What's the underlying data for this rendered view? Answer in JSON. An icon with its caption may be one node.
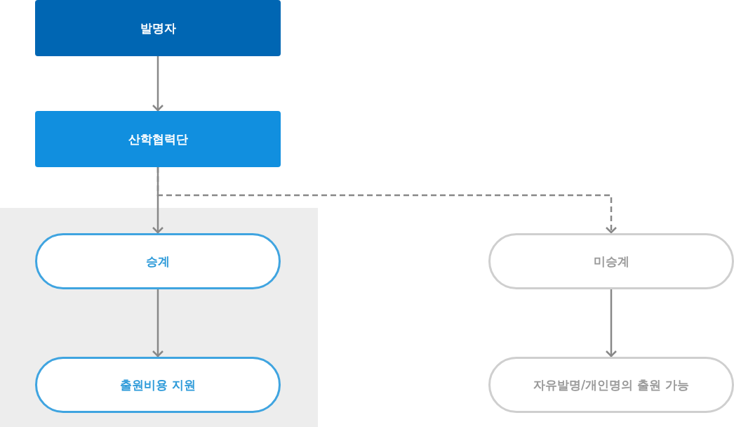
{
  "diagram": {
    "nodes": [
      {
        "text": [
          "발명자"
        ]
      },
      {
        "text": [
          "산학협력단"
        ]
      },
      {
        "text": [],
        "shape": "box"
      },
      {
        "text": [
          "승계"
        ],
        "in": 2
      },
      {
        "text": [
          "출원비용 지원"
        ],
        "in": 2
      },
      {
        "text": [
          "미승계"
        ]
      },
      {
        "text": [
          "자유발명/개인명의 출원 가능"
        ]
      }
    ],
    "edges": [
      {
        "from": 0,
        "to": 1,
        "arrow": "to"
      },
      {
        "from": 1,
        "to": 3,
        "arrow": "to"
      },
      {
        "from": 1,
        "to": 5,
        "arrow": "to",
        "style": "dashed"
      },
      {
        "from": 3,
        "to": 4,
        "arrow": "to"
      },
      {
        "from": 5,
        "to": 6,
        "arrow": "to"
      }
    ]
  }
}
